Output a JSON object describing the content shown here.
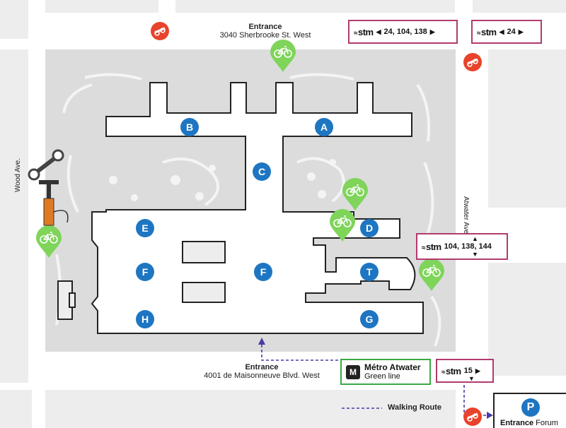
{
  "entrance_top": {
    "title": "Entrance",
    "address": "3040 Sherbrooke St. West"
  },
  "entrance_bottom": {
    "title": "Entrance",
    "address": "4001 de Maisonneuve Blvd. West"
  },
  "streets": {
    "wood": "Wood Ave.",
    "atwater": "Atwater Ave."
  },
  "buildings": [
    {
      "id": "A"
    },
    {
      "id": "B"
    },
    {
      "id": "C"
    },
    {
      "id": "D"
    },
    {
      "id": "E"
    },
    {
      "id": "F1",
      "label": "F"
    },
    {
      "id": "F2",
      "label": "F"
    },
    {
      "id": "T"
    },
    {
      "id": "H"
    },
    {
      "id": "G"
    }
  ],
  "stm": {
    "logo": "stm",
    "box1": {
      "routes": "24, 104, 138"
    },
    "box2": {
      "routes": "24"
    },
    "box3": {
      "routes": "104, 138, 144"
    },
    "box4": {
      "routes": "15"
    }
  },
  "metro": {
    "name": "Métro Atwater",
    "line": "Green line",
    "icon_glyph": "M"
  },
  "parking": {
    "symbol": "P",
    "label_bold": "Entrance",
    "label_rest": " Forum"
  },
  "legend": {
    "walking_route": "Walking Route"
  },
  "colors": {
    "building_marker": "#1e76c2",
    "bike_marker": "#7fd45a",
    "stm_border": "#b23a6e",
    "metro_border": "#3aa845",
    "bixi_red": "#e8432c",
    "walking_route": "#4a3aa8",
    "grounds": "#dcdcdc",
    "blocks": "#ededed"
  }
}
